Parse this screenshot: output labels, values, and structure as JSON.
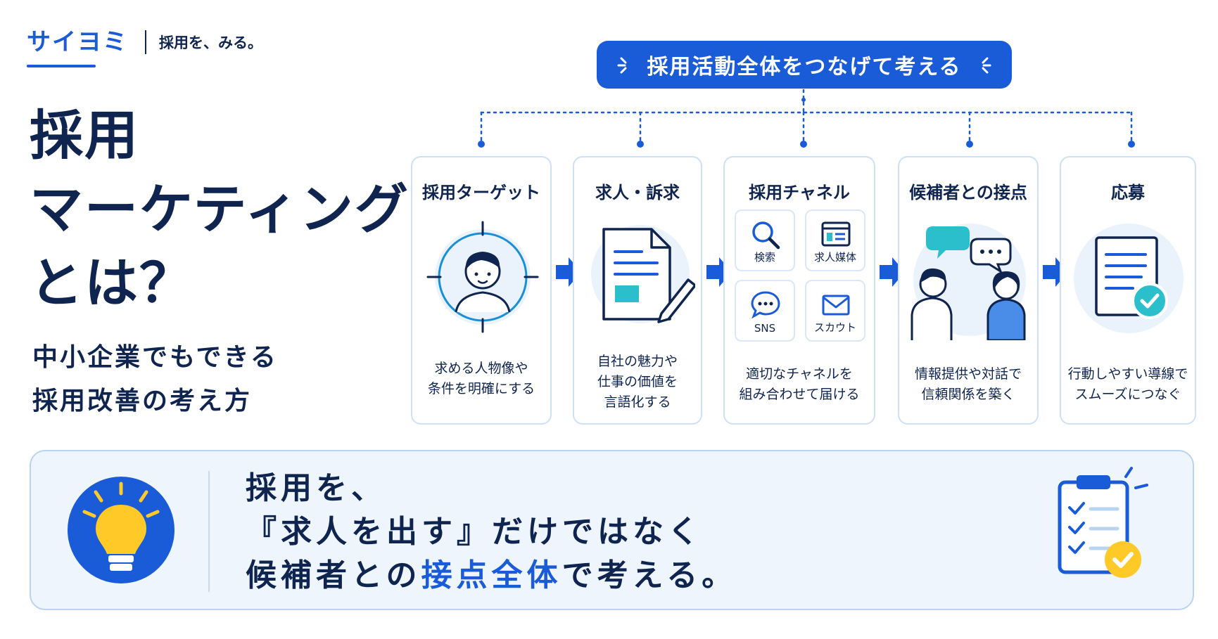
{
  "brand": {
    "logo": "サイヨミ",
    "tagline": "採用を、みる。"
  },
  "title": {
    "line1": "採用",
    "line2": "マーケティング",
    "line3": "とは？"
  },
  "subtitle": {
    "line1": "中小企業でもできる",
    "line2": "採用改善の考え方"
  },
  "banner": {
    "text": "採用活動全体をつなげて考える"
  },
  "steps": [
    {
      "title": "採用ターゲット",
      "desc": [
        "求める人物像や",
        "条件を明確にする"
      ],
      "icon": "target-person-icon"
    },
    {
      "title": "求人・訴求",
      "desc": [
        "自社の魅力や",
        "仕事の価値を",
        "言語化する"
      ],
      "icon": "document-pen-icon"
    },
    {
      "title": "採用チャネル",
      "desc": [
        "適切なチャネルを",
        "組み合わせて届ける"
      ],
      "channels": [
        "検索",
        "求人媒体",
        "SNS",
        "スカウト"
      ]
    },
    {
      "title": "候補者との接点",
      "desc": [
        "情報提供や対話で",
        "信頼関係を築く"
      ],
      "icon": "conversation-icon"
    },
    {
      "title": "応募",
      "desc": [
        "行動しやすい導線で",
        "スムーズにつなぐ"
      ],
      "icon": "application-check-icon"
    }
  ],
  "bottom": {
    "line1": "採用を、",
    "line2": "『求人を出す』だけではなく",
    "line3_pre": "候補者との",
    "line3_highlight": "接点全体",
    "line3_post": "で考える。"
  },
  "colors": {
    "primary": "#1a5bd8",
    "navy": "#0f2550",
    "accent_yellow": "#ffc928",
    "teal": "#2bbfcc"
  }
}
